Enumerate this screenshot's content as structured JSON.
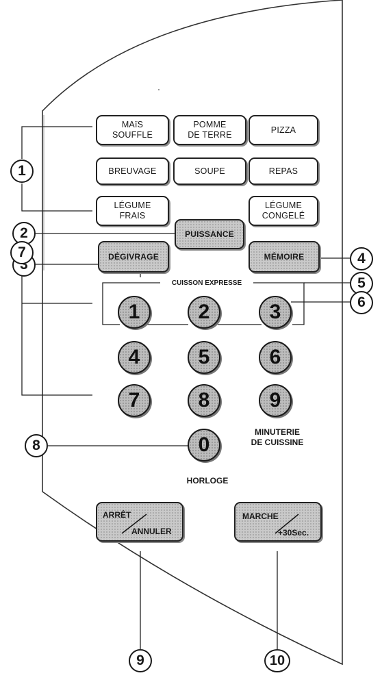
{
  "buttons": {
    "mais_souffle": [
      "MAïS",
      "SOUFFLE"
    ],
    "pomme_de_terre": [
      "POMME",
      "DE TERRE"
    ],
    "pizza": "PIZZA",
    "breuvage": "BREUVAGE",
    "soupe": "SOUPE",
    "repas": "REPAS",
    "legume_frais": [
      "LÉGUME",
      "FRAIS"
    ],
    "legume_congele": [
      "LÉGUME",
      "CONGELÉ"
    ],
    "puissance": "PUISSANCE",
    "degivrage": "DÉGIVRAGE",
    "memoire": "MÉMOIRE",
    "arret": [
      "ARRÊT",
      "ANNULER"
    ],
    "marche": [
      "MARCHE",
      "+30Sec."
    ]
  },
  "numpad": [
    "1",
    "2",
    "3",
    "4",
    "5",
    "6",
    "7",
    "8",
    "9",
    "0"
  ],
  "labels": {
    "cuisson_express": "CUISSON EXPRESSE",
    "minuterie": [
      "MINUTERIE",
      "DE CUISSINE"
    ],
    "horloge": "HORLOGE"
  },
  "callouts": [
    "1",
    "2",
    "3",
    "4",
    "5",
    "6",
    "7",
    "8",
    "9",
    "10"
  ]
}
